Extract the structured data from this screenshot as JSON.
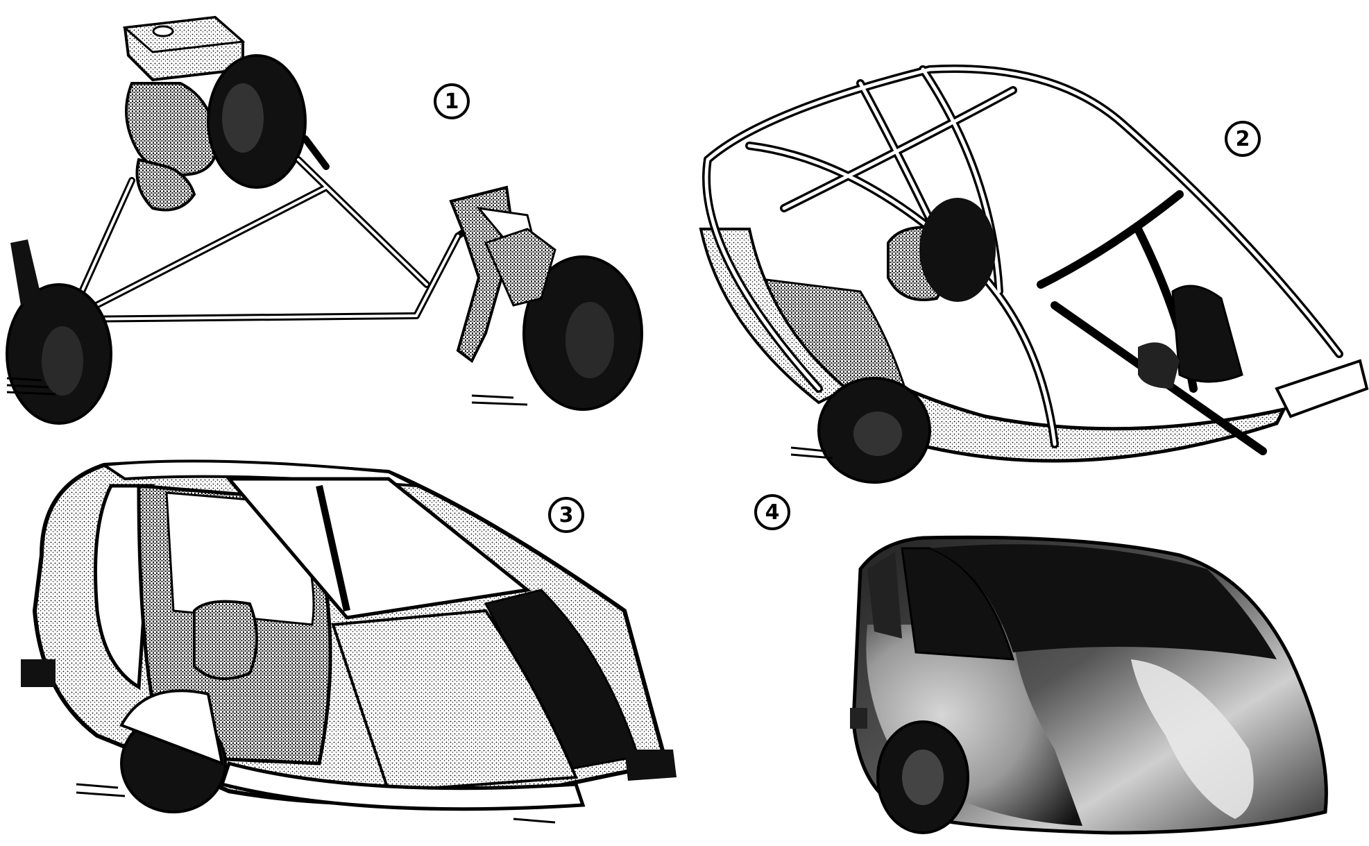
{
  "figure": {
    "labels": [
      {
        "id": "1",
        "text": "1"
      },
      {
        "id": "2",
        "text": "2"
      },
      {
        "id": "3",
        "text": "3"
      },
      {
        "id": "4",
        "text": "4"
      }
    ],
    "colors": {
      "ink": "#000000",
      "paper": "#ffffff",
      "mid_gray": "#8c8c8c",
      "dark_gray": "#3a3a3a",
      "light_gray": "#d8d8d8"
    }
  }
}
